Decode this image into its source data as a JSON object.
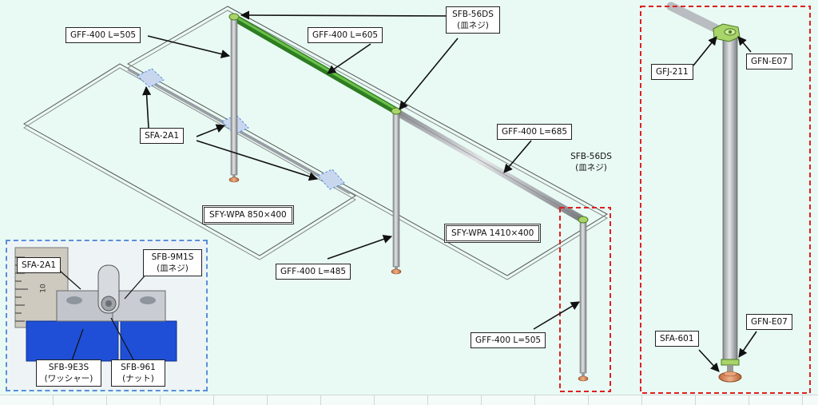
{
  "labels": {
    "gff_400_505_a": "GFF-400 L=505",
    "gff_400_605": "GFF-400 L=605",
    "sfb_56ds_a_line1": "SFB-56DS",
    "sfb_56ds_a_line2": "(皿ネジ)",
    "sfa_2a1": "SFA-2A1",
    "sfy_wpa_850": "SFY-WPA 850×400",
    "gff_400_685": "GFF-400 L=685",
    "sfb_56ds_b_line1": "SFB-56DS",
    "sfb_56ds_b_line2": "(皿ネジ)",
    "sfy_wpa_1410": "SFY-WPA 1410×400",
    "gff_400_485": "GFF-400 L=485",
    "gff_400_505_b": "GFF-400 L=505",
    "gfj_211": "GFJ-211",
    "gfn_e07_top": "GFN-E07",
    "gfn_e07_bottom": "GFN-E07",
    "sfa_601": "SFA-601"
  },
  "inset": {
    "sfa_2a1": "SFA-2A1",
    "sfb_9m1s_line1": "SFB-9M1S",
    "sfb_9m1s_line2": "(皿ネジ)",
    "sfb_9e3s_line1": "SFB-9E3S",
    "sfb_9e3s_line2": "(ワッシャー)",
    "sfb_961_line1": "SFB-961",
    "sfb_961_line2": "(ナット)",
    "ruler_mark": "10"
  },
  "colors": {
    "background": "#e9faf4",
    "highlight_pipe": "#3c9a2c",
    "pipe": "#b9bcc0",
    "joint": "#a8d46a",
    "foot": "#d98c5a",
    "detail_box": "#e02020",
    "photo_border": "#5a8fd8",
    "hinge_highlight": "#8fb3e8"
  }
}
